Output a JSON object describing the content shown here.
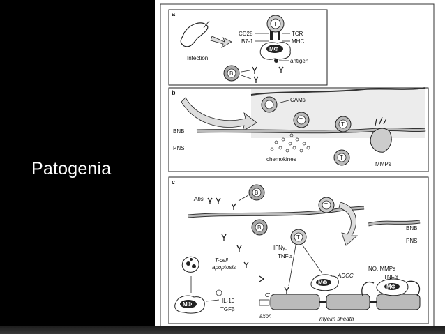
{
  "slide": {
    "title": "Patogenia",
    "background": "#000000",
    "title_color": "#ffffff"
  },
  "figure": {
    "panel_a": {
      "letter": "a",
      "t_cell": "T",
      "b_cell": "B",
      "macrophage": "MΦ",
      "cd28": "CD28",
      "b71": "B7-1",
      "tcr": "TCR",
      "mhc": "MHC",
      "antigen": "antigen",
      "infection": "Infection"
    },
    "panel_b": {
      "letter": "b",
      "cams": "CAMs",
      "bnb": "BNB",
      "pns": "PNS",
      "chemokines": "chemokines",
      "mmps": "MMPs",
      "t_cell": "T"
    },
    "panel_c": {
      "letter": "c",
      "abs": "Abs",
      "b_cell": "B",
      "t_cell": "T",
      "bnb": "BNB",
      "pns": "PNS",
      "ifn": "IFNγ,",
      "tnf": "TNFα",
      "tcell_apoptosis_1": "T-cell",
      "tcell_apoptosis_2": "apoptosis",
      "il10": "IL-10",
      "tgfb": "TGFβ",
      "macrophage": "MΦ",
      "c_prime": "C'",
      "adcc": "ADCC",
      "no_mmps": "NO, MMPs",
      "tnf2": "TNFα",
      "axon": "axon",
      "myelin": "myelin sheath"
    }
  }
}
